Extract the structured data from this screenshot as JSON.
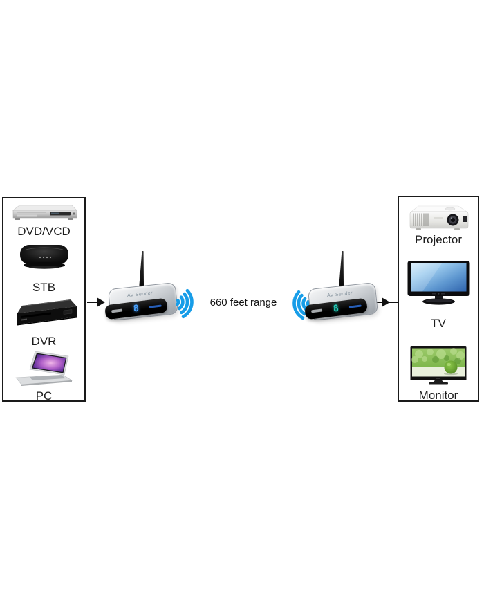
{
  "page": {
    "background": "#ffffff"
  },
  "source_box": {
    "items": [
      {
        "icon": "dvd-player",
        "label": "DVD/VCD"
      },
      {
        "icon": "set-top-box",
        "label": "STB"
      },
      {
        "icon": "dvr-box",
        "label": "DVR"
      },
      {
        "icon": "laptop",
        "label": "PC"
      }
    ]
  },
  "display_box": {
    "items": [
      {
        "icon": "projector",
        "label": "Projector"
      },
      {
        "icon": "tv",
        "label": "TV"
      },
      {
        "icon": "monitor",
        "label": "Monitor"
      }
    ]
  },
  "center": {
    "range_label": "660 feet range"
  },
  "devices": {
    "transmitter": {
      "brand": "AV Sender",
      "display": "8"
    },
    "receiver": {
      "brand": "AV Sender",
      "display": "8"
    }
  },
  "colors": {
    "wave_blue": "#179de8",
    "tx_display": "#4aa3ff",
    "rx_display": "#23cdb9",
    "box_border": "#1a1a1a",
    "arrow": "#111111"
  }
}
